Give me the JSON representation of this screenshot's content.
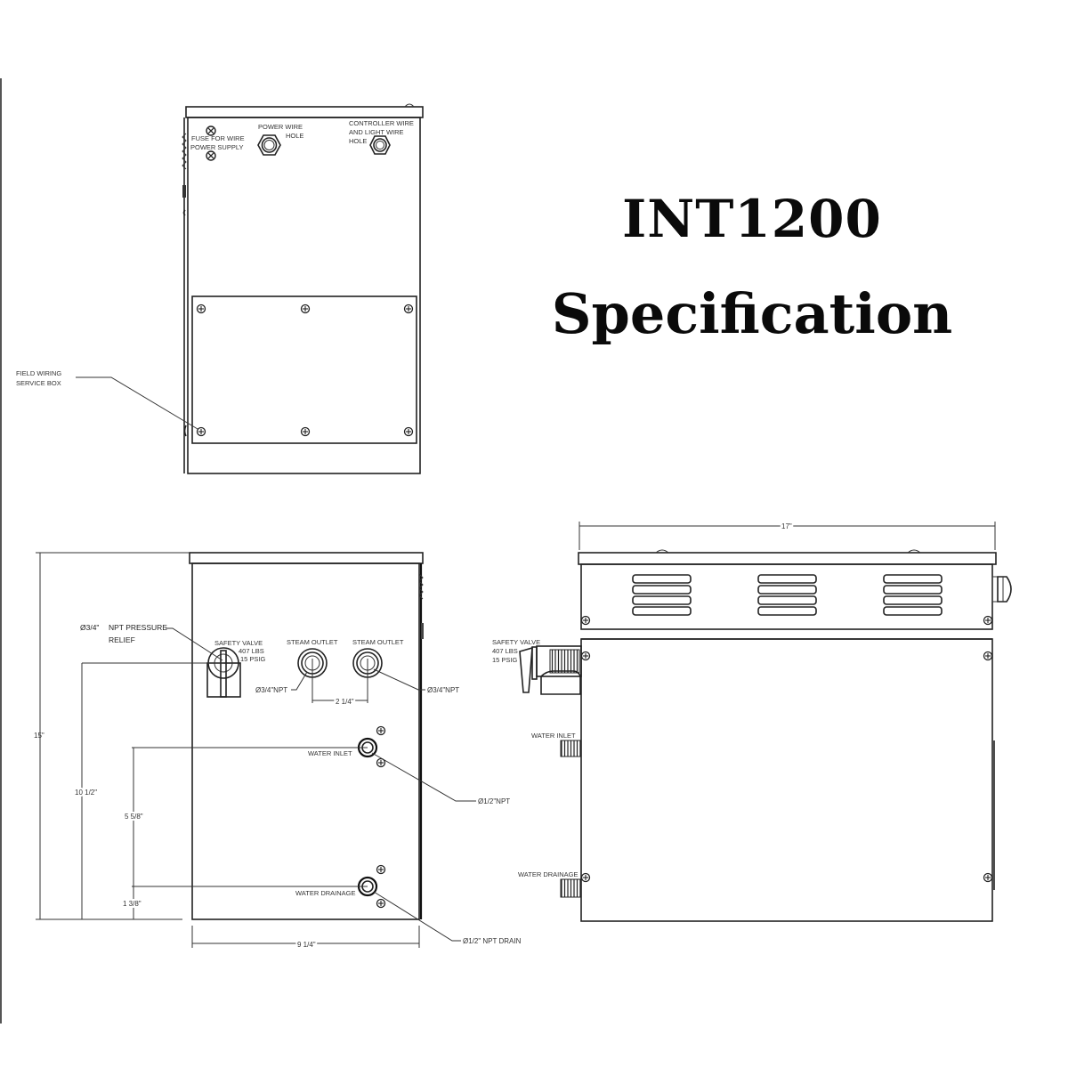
{
  "title": {
    "model": "INT1200",
    "subtitle": "Specification"
  },
  "top_view": {
    "labels": {
      "fuse": [
        "FUSE FOR WIRE",
        "POWER SUPPLY"
      ],
      "power_wire": [
        "POWER WIRE",
        "HOLE"
      ],
      "controller_wire": [
        "CONTROLLER WIRE",
        "AND LIGHT WIRE",
        "HOLE"
      ],
      "field_wiring": [
        "FIELD WIRING",
        "SERVICE BOX"
      ]
    }
  },
  "front_view": {
    "labels": {
      "pressure_relief": [
        "NPT PRESSURE",
        "RELIEF"
      ],
      "pressure_relief_dia": "Ø3/4\"",
      "safety_valve": [
        "SAFETY VALVE",
        "407 LBS",
        "15 PSIG"
      ],
      "steam_outlet_1": "STEAM OUTLET",
      "steam_outlet_2": "STEAM OUTLET",
      "steam_outlet_1_dia": "Ø3/4\"NPT",
      "steam_outlet_2_dia": "Ø3/4\"NPT",
      "water_inlet": "WATER INLET",
      "water_inlet_dia": "Ø1/2\"NPT",
      "water_drainage": "WATER DRAINAGE",
      "drain_dia": "Ø1/2\" NPT DRAIN"
    },
    "dimensions": {
      "height": "15\"",
      "safety_valve_height": "10 1/2\"",
      "inlet_height": "5 5/8\"",
      "drain_height": "1 3/8\"",
      "outlet_spacing": "2 1/4\"",
      "width": "9 1/4\""
    }
  },
  "side_view": {
    "labels": {
      "safety_valve": [
        "SAFETY VALVE",
        "407 LBS",
        "15 PSIG"
      ],
      "water_inlet": "WATER INLET",
      "water_drainage": "WATER DRAINAGE"
    },
    "dimensions": {
      "length": "17\""
    }
  },
  "colors": {
    "line": "#222222",
    "background": "#ffffff",
    "text": "#0a0a0a"
  }
}
